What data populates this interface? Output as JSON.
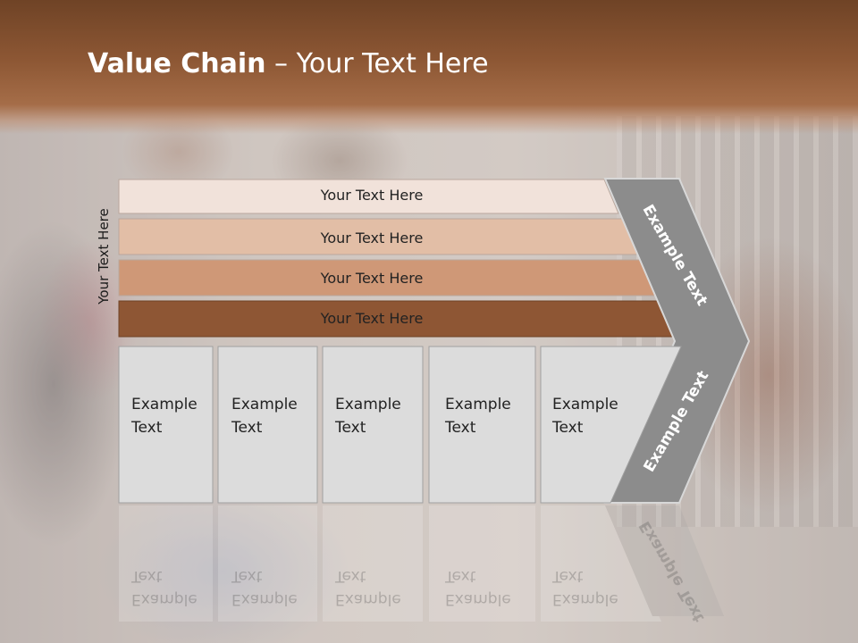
{
  "slide": {
    "title_bold": "Value Chain",
    "title_rest": " – Your Text Here",
    "side_label": "Your Text Here",
    "bars": [
      {
        "label": "Your Text Here",
        "fill": "#f1e2da"
      },
      {
        "label": "Your Text Here",
        "fill": "#e2bea6"
      },
      {
        "label": "Your Text Here",
        "fill": "#cf9877"
      },
      {
        "label": "Your Text Here",
        "fill": "#8e5634"
      }
    ],
    "boxes": [
      {
        "line1": "Example",
        "line2": "Text"
      },
      {
        "line1": "Example",
        "line2": "Text"
      },
      {
        "line1": "Example",
        "line2": "Text"
      },
      {
        "line1": "Example",
        "line2": "Text"
      },
      {
        "line1": "Example",
        "line2": "Text"
      }
    ],
    "arrow_top_label": "Example Text",
    "arrow_bottom_label": "Example Text",
    "colors": {
      "header": "#8d5734",
      "box_fill": "#dcdcdc",
      "arrow_fill": "#8c8c8c"
    }
  }
}
